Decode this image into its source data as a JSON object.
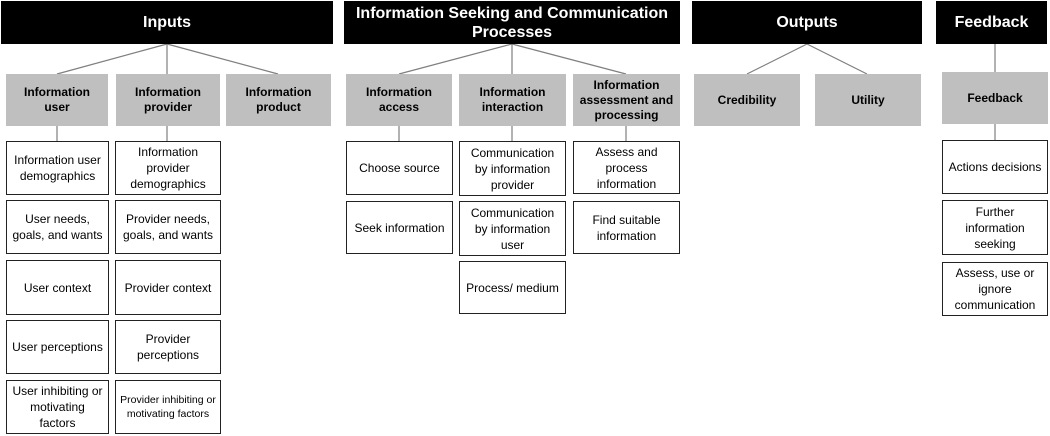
{
  "headers": {
    "inputs": "Inputs",
    "processes": "Information Seeking and Communication Processes",
    "outputs": "Outputs",
    "feedback": "Feedback"
  },
  "categories": {
    "information_user": "Information user",
    "information_provider": "Information provider",
    "information_product": "Information product",
    "information_access": "Information access",
    "information_interaction": "Information interaction",
    "information_assessment": "Information assessment and processing",
    "credibility": "Credibility",
    "utility": "Utility",
    "feedback": "Feedback"
  },
  "items": {
    "information_user": [
      "Information user demographics",
      "User needs, goals, and wants",
      "User context",
      "User perceptions",
      "User inhibiting or motivating factors"
    ],
    "information_provider": [
      "Information provider demographics",
      "Provider needs, goals, and wants",
      "Provider context",
      "Provider perceptions",
      "Provider inhibiting or motivating factors"
    ],
    "information_access": [
      "Choose source",
      "Seek information"
    ],
    "information_interaction": [
      "Communication by information provider",
      "Communication by information user",
      "Process/ medium"
    ],
    "information_assessment": [
      "Assess and process information",
      "Find suitable information"
    ],
    "feedback": [
      "Actions decisions",
      "Further information seeking",
      "Assess, use or ignore communication"
    ]
  }
}
